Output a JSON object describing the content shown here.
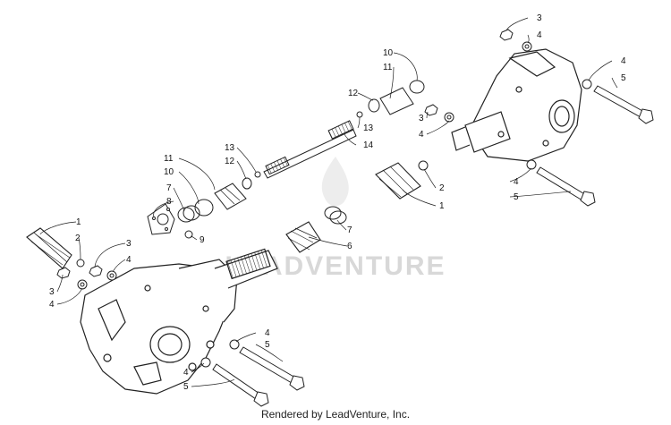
{
  "watermark": "LEADVENTURE",
  "footer": "Rendered by LeadVenture, Inc.",
  "callouts": {
    "c1a": "1",
    "c2a": "2",
    "c3a": "3",
    "c4a": "4",
    "c3b": "3",
    "c4b": "4",
    "c4c": "4",
    "c5c": "5",
    "c4d": "4",
    "c5d": "5",
    "c11a": "11",
    "c10a": "10",
    "c7a": "7",
    "c8a": "8",
    "c9a": "9",
    "c13a": "13",
    "c12a": "12",
    "c10b": "10",
    "c11b": "11",
    "c12b": "12",
    "c13b": "13",
    "c14b": "14",
    "c7b": "7",
    "c6b": "6",
    "c3c": "3",
    "c4e": "4",
    "c4f": "4",
    "c5f": "5",
    "c3d": "3",
    "c4g": "4",
    "c2b": "2",
    "c1b": "1",
    "c4h": "4",
    "c5h": "5"
  }
}
